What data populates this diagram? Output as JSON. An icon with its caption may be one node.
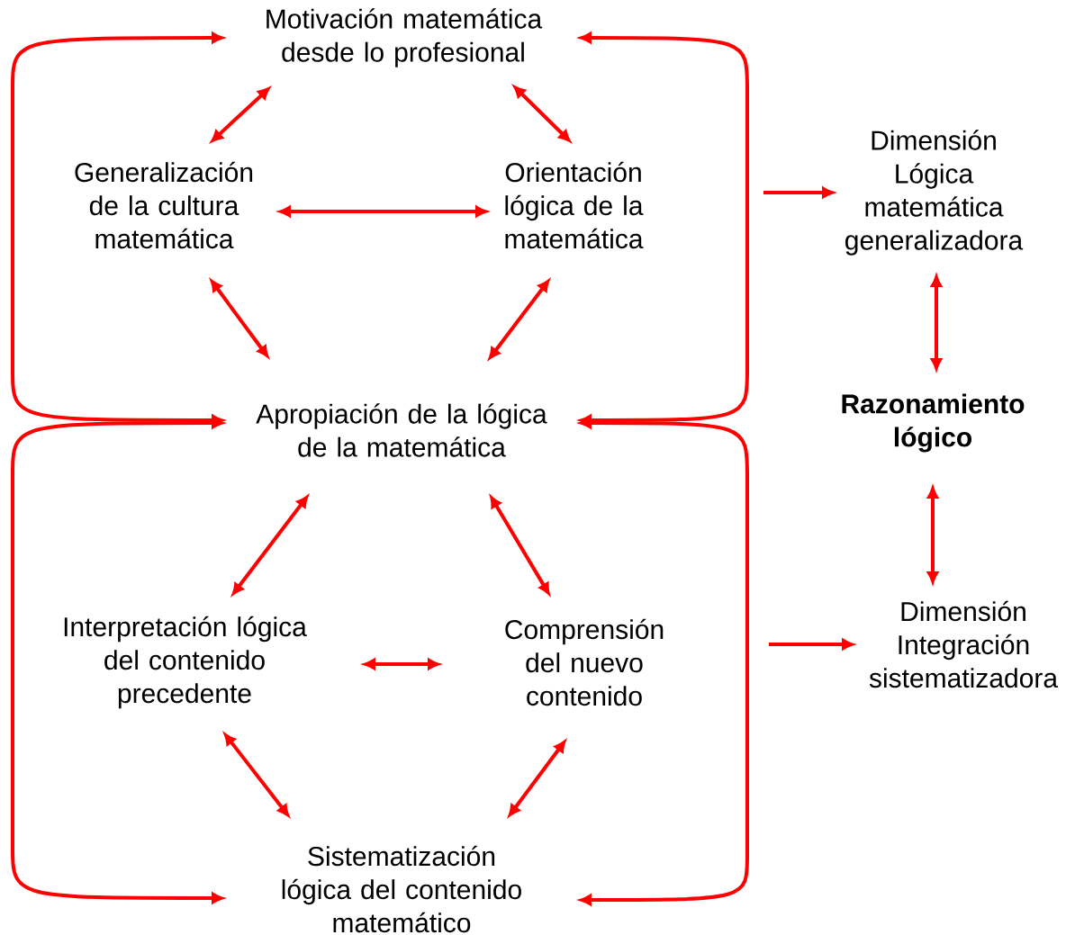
{
  "diagram": {
    "nodes": [
      {
        "text": [
          "Motivación matemática desde lo profesional"
        ]
      },
      {
        "text": [
          "Generalización de la cultura matemática"
        ]
      },
      {
        "text": [
          "Orientación lógica de la matemática"
        ]
      },
      {
        "text": [
          "Dimensión Lógica matemática generalizadora"
        ]
      },
      {
        "text": [
          "Apropiación de la lógica de la matemática"
        ]
      },
      {
        "text": [
          "Razonamiento lógico"
        ]
      },
      {
        "text": [
          "Interpretación lógica del contenido precedente"
        ]
      },
      {
        "text": [
          "Comprensión del nuevo contenido"
        ]
      },
      {
        "text": [
          "Dimensión Integración sistematizadora"
        ]
      },
      {
        "text": [
          "Sistematización lógica del contenido matemático"
        ]
      }
    ],
    "edges": [
      {
        "from": 0,
        "to": 1,
        "arrow": "both"
      },
      {
        "from": 0,
        "to": 2,
        "arrow": "both"
      },
      {
        "from": 1,
        "to": 2,
        "arrow": "both"
      },
      {
        "from": 1,
        "to": 4,
        "arrow": "both"
      },
      {
        "from": 2,
        "to": 4,
        "arrow": "both"
      },
      {
        "from": 4,
        "to": 6,
        "arrow": "both"
      },
      {
        "from": 4,
        "to": 7,
        "arrow": "both"
      },
      {
        "from": 6,
        "to": 7,
        "arrow": "both"
      },
      {
        "from": 6,
        "to": 9,
        "arrow": "both"
      },
      {
        "from": 7,
        "to": 9,
        "arrow": "both"
      },
      {
        "from": 3,
        "to": 5,
        "arrow": "both"
      },
      {
        "from": 5,
        "to": 8,
        "arrow": "both"
      },
      {
        "from": null,
        "to": 3,
        "arrow": "to"
      },
      {
        "from": null,
        "to": 8,
        "arrow": "to"
      },
      {
        "from": 0,
        "to": 4,
        "arrow": "both"
      },
      {
        "from": 0,
        "to": 4,
        "arrow": "both"
      },
      {
        "from": 4,
        "to": 9,
        "arrow": "both"
      },
      {
        "from": 4,
        "to": 9,
        "arrow": "both"
      }
    ]
  }
}
